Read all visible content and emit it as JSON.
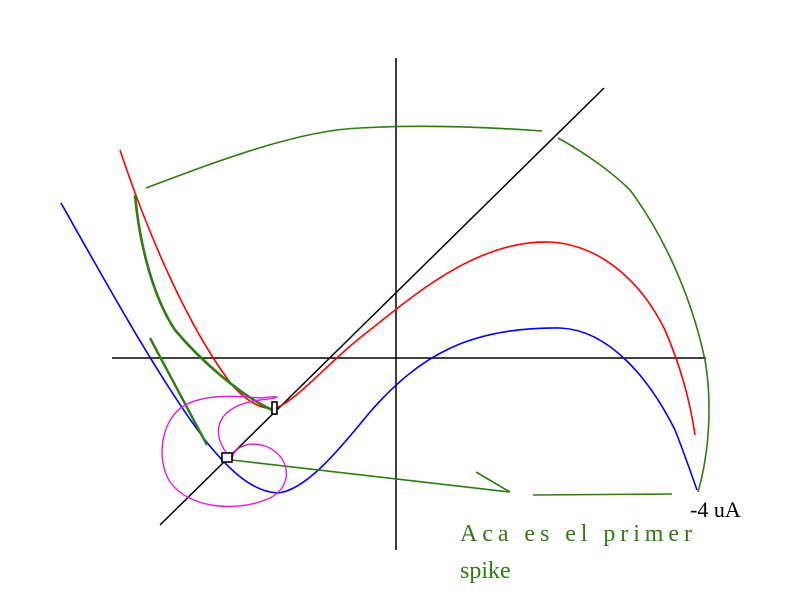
{
  "diagram": {
    "label_current": "-4 uA",
    "annotation_line1": "Aca es el primer",
    "annotation_line2": "spike"
  },
  "colors": {
    "axes": "#000000",
    "curve_red": "#ff0000",
    "curve_blue": "#0000ff",
    "trajectory_green": "#2e7d0f",
    "annotation_green": "#2e7d0f",
    "loop_magenta": "#e020e0"
  }
}
